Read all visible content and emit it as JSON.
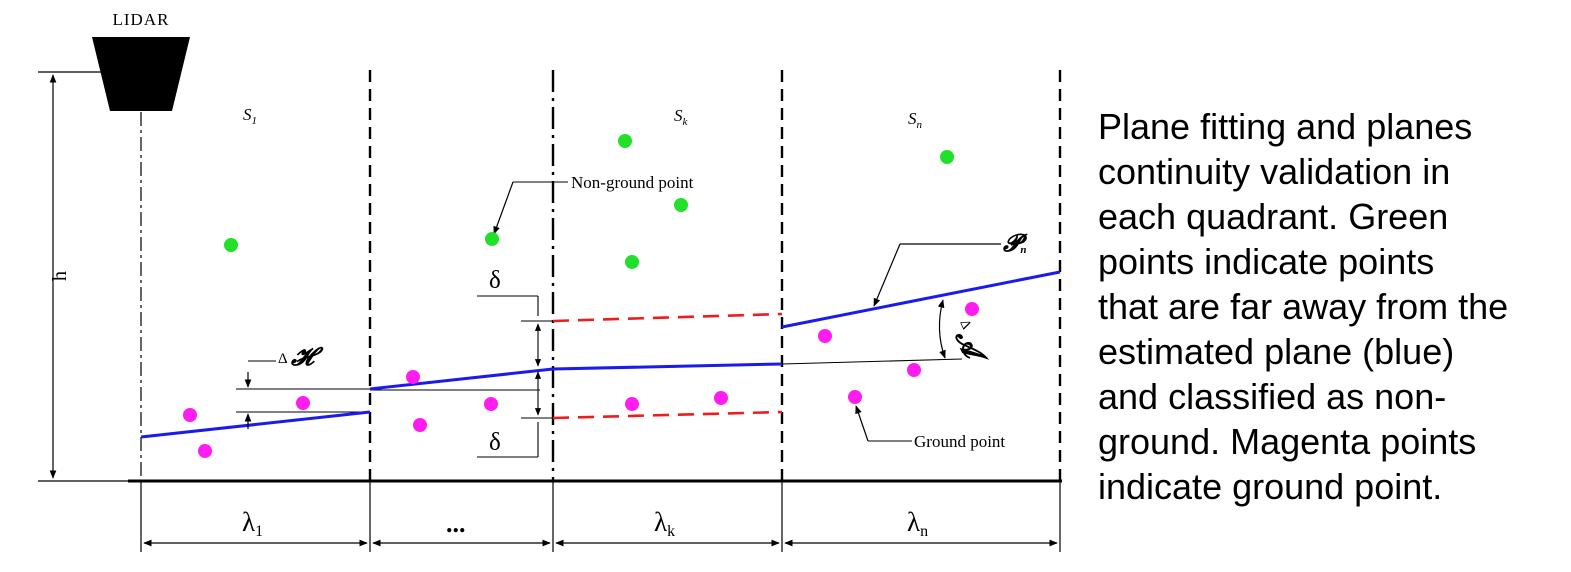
{
  "labels": {
    "lidar": "LIDAR",
    "height": "h",
    "segment_1": "S",
    "segment_1_sub": "1",
    "segment_k": "S",
    "segment_k_sub": "k",
    "segment_n": "S",
    "segment_n_sub": "n",
    "non_ground_callout": "Non-ground point",
    "ground_callout": "Ground point",
    "delta_top": "δ",
    "delta_bottom": "δ",
    "delta_h_prefix": "Δ",
    "delta_h_symbol": "𝓗",
    "plane_symbol": "𝓟",
    "plane_symbol_sub": "n",
    "delta_a_prefix": "Δ",
    "delta_a_symbol": "𝓐",
    "ellipsis": "...",
    "lambda_1": "λ",
    "lambda_1_sub": "1",
    "lambda_k": "λ",
    "lambda_k_sub": "k",
    "lambda_n": "λ",
    "lambda_n_sub": "n"
  },
  "colors": {
    "non_ground": "#22e02a",
    "ground": "#ff1cee",
    "plane": "#1b1bea",
    "threshold": "#ee1c1c",
    "line": "#000000"
  },
  "caption": {
    "lines": [
      "Plane fitting and planes",
      "continuity validation in",
      "each quadrant. Green",
      "points indicate points",
      "that are far away from the",
      "estimated plane (blue)",
      "and classified as non-",
      "ground. Magenta points",
      "indicate ground point."
    ]
  }
}
